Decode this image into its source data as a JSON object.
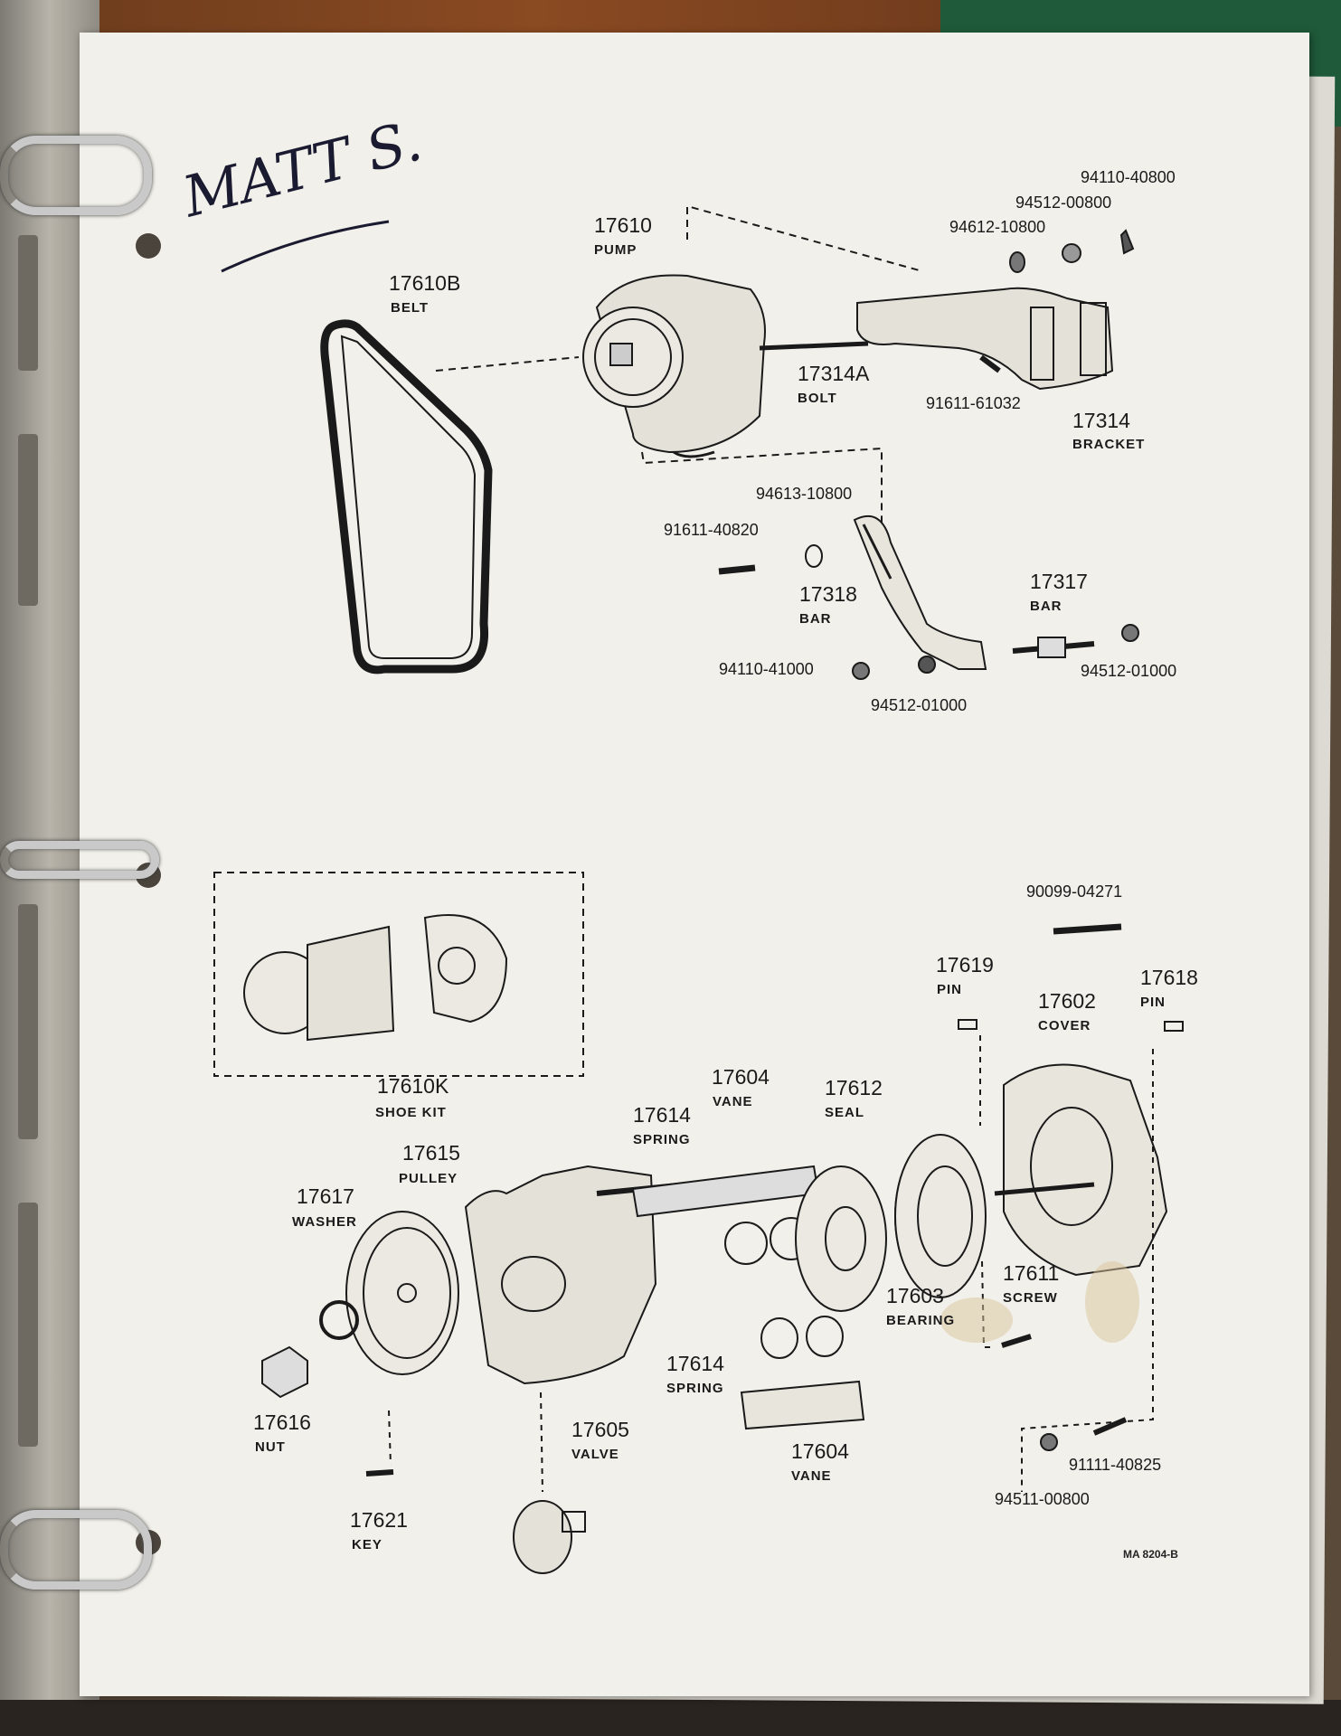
{
  "handwritten_note": "MATT S.",
  "doc_code": "MA 8204-B",
  "parts": [
    {
      "id": "p17610",
      "number": "17610",
      "label": "PUMP"
    },
    {
      "id": "p17610b",
      "number": "17610B",
      "label": "BELT"
    },
    {
      "id": "p17314a",
      "number": "17314A",
      "label": "BOLT"
    },
    {
      "id": "p17314",
      "number": "17314",
      "label": "BRACKET"
    },
    {
      "id": "p17318",
      "number": "17318",
      "label": "BAR"
    },
    {
      "id": "p17317",
      "number": "17317",
      "label": "BAR"
    },
    {
      "id": "p17610k",
      "number": "17610K",
      "label": "SHOE KIT"
    },
    {
      "id": "p17619",
      "number": "17619",
      "label": "PIN"
    },
    {
      "id": "p17618",
      "number": "17618",
      "label": "PIN"
    },
    {
      "id": "p17602",
      "number": "17602",
      "label": "COVER"
    },
    {
      "id": "p17604a",
      "number": "17604",
      "label": "VANE"
    },
    {
      "id": "p17612",
      "number": "17612",
      "label": "SEAL"
    },
    {
      "id": "p17614a",
      "number": "17614",
      "label": "SPRING"
    },
    {
      "id": "p17615",
      "number": "17615",
      "label": "PULLEY"
    },
    {
      "id": "p17617",
      "number": "17617",
      "label": "WASHER"
    },
    {
      "id": "p17603",
      "number": "17603",
      "label": "BEARING"
    },
    {
      "id": "p17611",
      "number": "17611",
      "label": "SCREW"
    },
    {
      "id": "p17614b",
      "number": "17614",
      "label": "SPRING"
    },
    {
      "id": "p17616",
      "number": "17616",
      "label": "NUT"
    },
    {
      "id": "p17605",
      "number": "17605",
      "label": "VALVE"
    },
    {
      "id": "p17604b",
      "number": "17604",
      "label": "VANE"
    },
    {
      "id": "p17621",
      "number": "17621",
      "label": "KEY"
    }
  ],
  "part_numbers": [
    "94110-40800",
    "94512-00800",
    "94612-10800",
    "91611-61032",
    "94613-10800",
    "91611-40820",
    "94110-41000",
    "94512-01000",
    "94512-01000",
    "90099-04271",
    "94511-00800",
    "91111-40825"
  ]
}
